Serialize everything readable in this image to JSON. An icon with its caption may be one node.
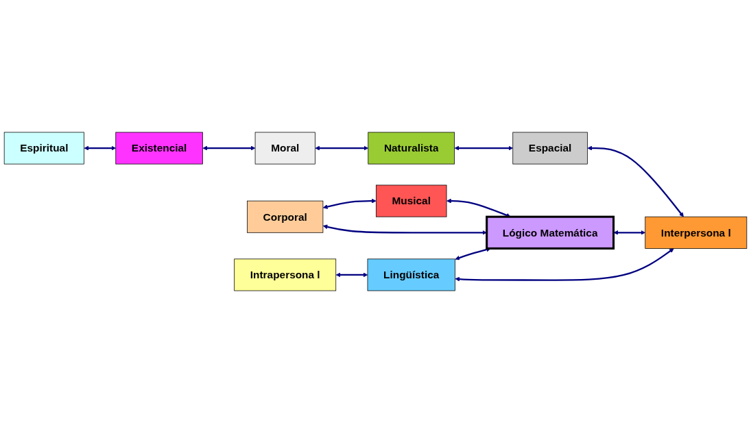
{
  "diagram": {
    "nodes": [
      {
        "text": [
          "Espiritual"
        ]
      },
      {
        "text": [
          "Existencial"
        ]
      },
      {
        "text": [
          "Moral"
        ]
      },
      {
        "text": [
          "Naturalista"
        ]
      },
      {
        "text": [
          "Corporal"
        ]
      },
      {
        "text": [
          "Musical"
        ]
      },
      {
        "text": [
          "Intrapersona l"
        ]
      },
      {
        "text": [
          "Lógico Matemática"
        ]
      },
      {
        "text": [
          "Espacial"
        ]
      },
      {
        "text": [
          "Lingüística"
        ]
      },
      {
        "text": [
          "Interpersona l"
        ]
      }
    ],
    "edges": [
      {
        "from": 0,
        "to": 1,
        "arrow": "both"
      },
      {
        "from": 1,
        "to": 2,
        "arrow": "both"
      },
      {
        "from": 2,
        "to": 3,
        "arrow": "both"
      },
      {
        "from": 4,
        "to": 5,
        "arrow": "both"
      },
      {
        "from": 4,
        "to": 7,
        "arrow": "both"
      },
      {
        "from": 5,
        "to": 7,
        "arrow": "both"
      },
      {
        "from": 3,
        "to": 8,
        "arrow": "both"
      },
      {
        "from": 6,
        "to": 9,
        "arrow": "both"
      },
      {
        "from": 9,
        "to": 7,
        "arrow": "both"
      },
      {
        "from": 7,
        "to": 10,
        "arrow": "both"
      },
      {
        "from": 8,
        "to": 10,
        "arrow": "both"
      },
      {
        "from": 9,
        "to": 10,
        "arrow": "both"
      }
    ]
  }
}
